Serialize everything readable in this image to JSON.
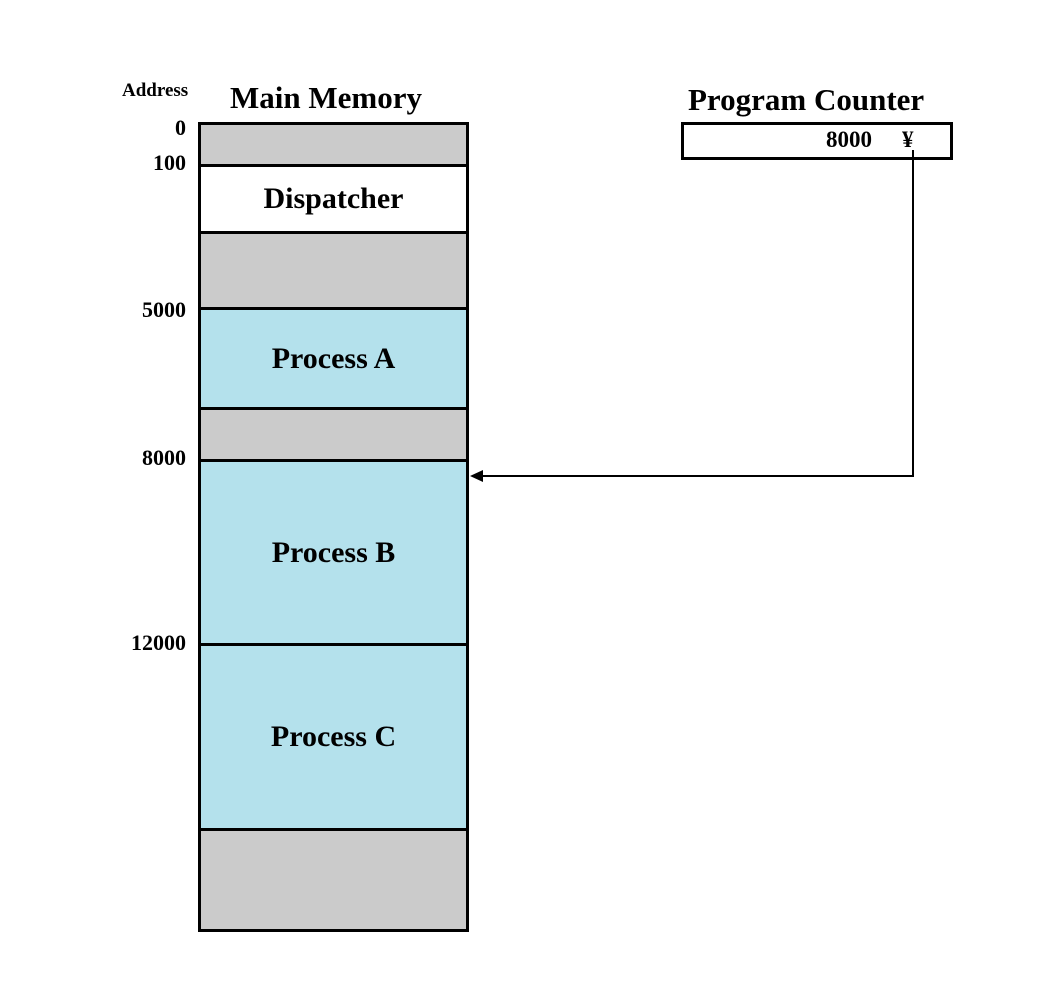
{
  "diagram": {
    "address_header": "Address",
    "memory_title": "Main Memory",
    "program_counter_title": "Program Counter",
    "program_counter_value": "8000",
    "program_counter_glyph": "¥",
    "addresses": [
      "0",
      "100",
      "5000",
      "8000",
      "12000"
    ],
    "segments": {
      "dispatcher": "Dispatcher",
      "process_a": "Process A",
      "process_b": "Process B",
      "process_c": "Process C"
    },
    "colors": {
      "free_memory": "#cbcbcb",
      "process": "#b4e1ec",
      "dispatcher": "#ffffff",
      "outline": "#000000"
    }
  }
}
